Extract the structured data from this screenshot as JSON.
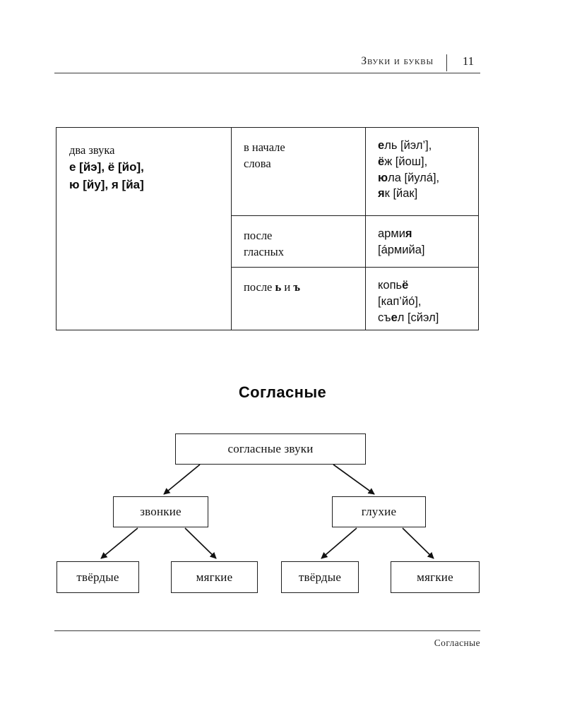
{
  "page": {
    "header": {
      "title": "Звуки и буквы",
      "separator": "vertical-rule",
      "page_number": "11"
    },
    "footer": {
      "text": "Согласные"
    }
  },
  "vowel_table": {
    "left_cell": {
      "lead": "два звука",
      "letters_line_1": "е [йэ], ё [йо],",
      "letters_line_2": "ю [йу], я [йа]"
    },
    "rows": [
      {
        "condition_line_1": "в начале",
        "condition_line_2": "слова",
        "examples": [
          {
            "bold": "е",
            "rest": "ль [йэл’],"
          },
          {
            "bold": "ё",
            "rest": "ж [йош],"
          },
          {
            "bold": "ю",
            "rest": "ла [йулá],"
          },
          {
            "bold": "я",
            "rest": "к [йак]"
          }
        ]
      },
      {
        "condition_line_1": "после",
        "condition_line_2": "гласных",
        "examples": [
          {
            "pre": "арми",
            "bold": "я",
            "rest": ""
          },
          {
            "pre": "",
            "bold": "",
            "rest": "[áрмийа]"
          }
        ]
      },
      {
        "condition_line_1": "после ь и ъ",
        "condition_line_2": "",
        "condition_bold_1": "ь",
        "condition_bold_2": "ъ",
        "examples": [
          {
            "pre": "копь",
            "bold": "ё",
            "rest": ""
          },
          {
            "pre": "",
            "bold": "",
            "rest": "[кап’йó],"
          },
          {
            "pre": "съ",
            "bold": "е",
            "rest": "л [сйэл]"
          }
        ]
      }
    ]
  },
  "section": {
    "heading": "Согласные"
  },
  "tree": {
    "root": "согласные звуки",
    "level2": [
      {
        "label": "звонкие"
      },
      {
        "label": "глухие"
      }
    ],
    "level3": [
      {
        "label": "твёрдые"
      },
      {
        "label": "мягкие"
      },
      {
        "label": "твёрдые"
      },
      {
        "label": "мягкие"
      }
    ]
  }
}
